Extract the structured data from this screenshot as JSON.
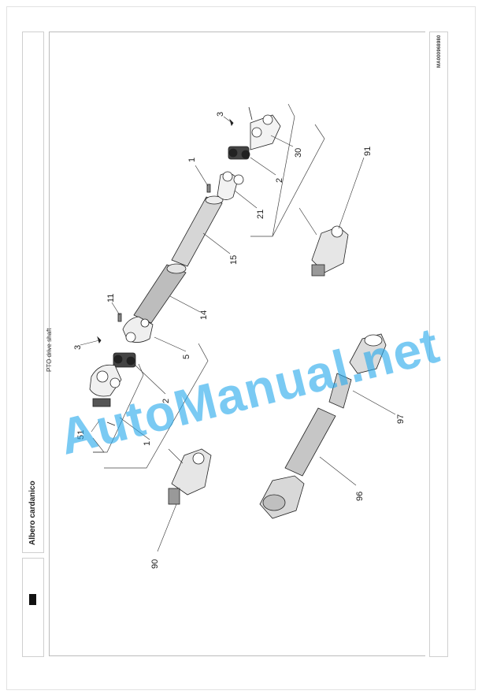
{
  "header": {
    "title": "Albero cardanico",
    "subtitle": "PTO drive shaft",
    "drawing_code": "MA000968980"
  },
  "watermark": "AutoManual.net",
  "diagram": {
    "part_labels": [
      "3",
      "30",
      "2",
      "21",
      "1",
      "15",
      "91",
      "11",
      "14",
      "3",
      "5",
      "2",
      "51",
      "1",
      "90",
      "97",
      "96"
    ]
  },
  "colors": {
    "watermark": "#28aaeb",
    "line": "#222222"
  }
}
